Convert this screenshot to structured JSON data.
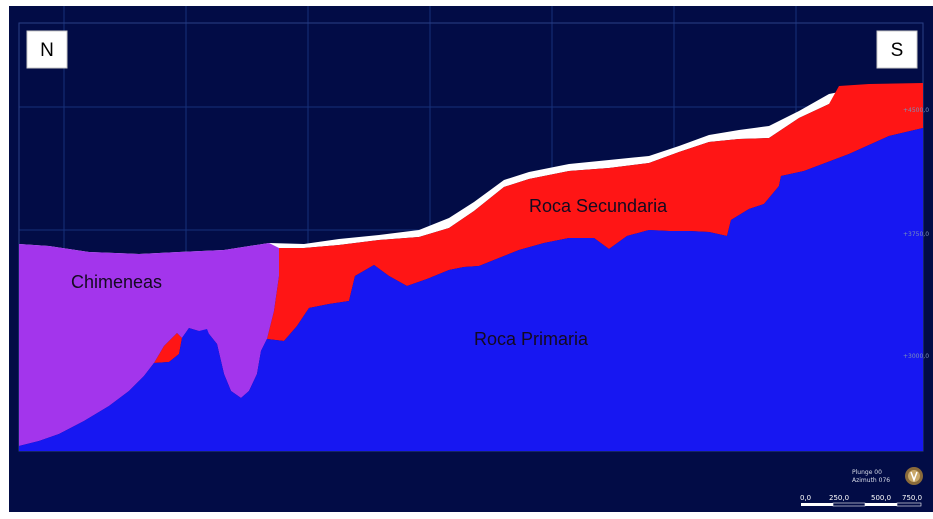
{
  "compass": {
    "left": "N",
    "right": "S"
  },
  "units": {
    "chimeneas": "Chimeneas",
    "secundaria": "Roca Secundaria",
    "primaria": "Roca Primaria"
  },
  "elevation_labels": [
    "+4500,0",
    "+3750,0",
    "+3000,0"
  ],
  "view": {
    "plunge": "Plunge 00",
    "azimuth": "Azimuth 076"
  },
  "scale_bar": {
    "ticks": [
      "0,0",
      "250,0",
      "500,0",
      "750,0"
    ]
  },
  "colors": {
    "background": "#020c46",
    "chimeneas": "#a335ec",
    "roca_secundaria": "#ff1515",
    "roca_primaria": "#1717f2",
    "surface": "#ffffff",
    "grid": "#16307a"
  }
}
